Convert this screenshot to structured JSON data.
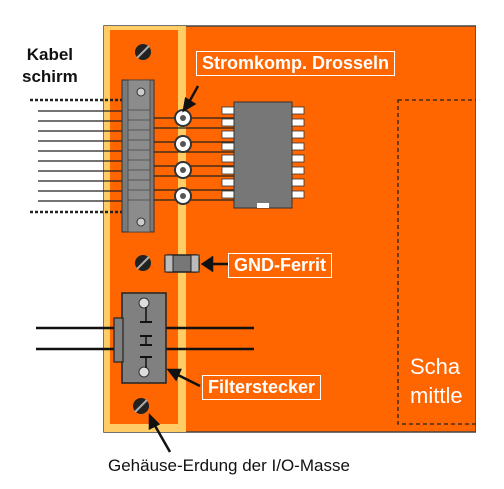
{
  "labels": {
    "cable_shield": [
      "Kabel",
      "schirm"
    ],
    "common_mode_chokes": "Stromkomp. Drosseln",
    "gnd_ferrite": "GND-Ferrit",
    "filter_connector": "Filterstecker",
    "partial_text": [
      "Scha",
      "mittle"
    ],
    "chassis_ground": "Gehäuse-Erdung der I/O-Masse"
  },
  "colors": {
    "board": "#ff6600",
    "ground_strip": "#ffcc66",
    "component": "#777777",
    "label_text": "#ffffff",
    "wire": "#111111"
  }
}
